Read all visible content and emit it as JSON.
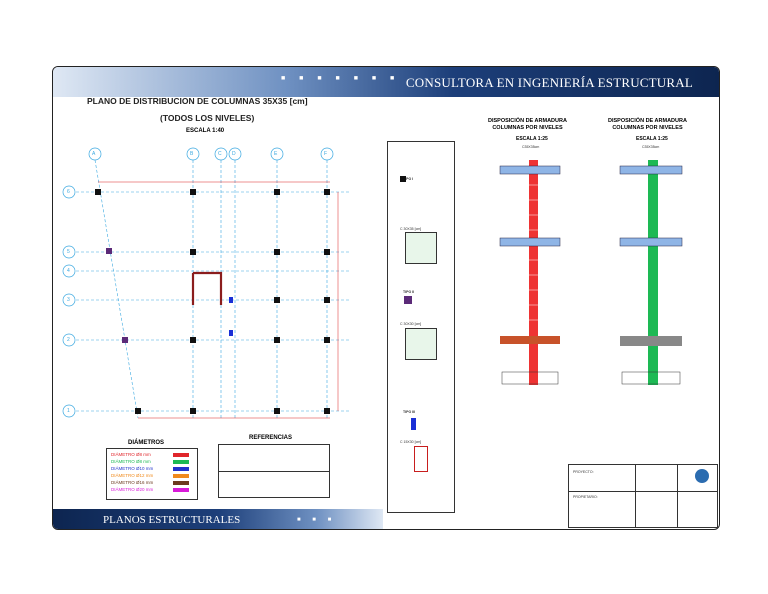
{
  "header": {
    "company": "CONSULTORA EN INGENIERÍA ESTRUCTURAL"
  },
  "footer": {
    "label": "PLANOS ESTRUCTURALES"
  },
  "plan": {
    "title": "PLANO DE DISTRIBUCION DE COLUMNAS 35X35 [cm]",
    "subtitle": "(TODOS LOS NIVELES)",
    "scale": "ESCALA 1:40",
    "axes_letters": [
      "A",
      "B",
      "C",
      "D",
      "E",
      "F"
    ],
    "axes_numbers": [
      "6",
      "5",
      "4",
      "3",
      "2",
      "1"
    ]
  },
  "diameters": {
    "title": "DIÁMETROS",
    "items": [
      {
        "label": "DIÁMETRO Ø8 mm",
        "color": "#e0262b"
      },
      {
        "label": "DIÁMETRO Ø8 mm",
        "color": "#1db954"
      },
      {
        "label": "DIÁMETRO Ø10 mm",
        "color": "#2233cc"
      },
      {
        "label": "DIÁMETRO Ø12 mm",
        "color": "#f08a1c"
      },
      {
        "label": "DIÁMETRO Ø16 mm",
        "color": "#6b3a1f"
      },
      {
        "label": "DIÁMETRO Ø20 mm",
        "color": "#d81ad8"
      }
    ]
  },
  "references": {
    "title": "REFERENCIAS"
  },
  "sections": [
    {
      "label": "TIPO I",
      "fill": "#111111"
    },
    {
      "label": "TIPO II",
      "fill": "#5b2a78"
    },
    {
      "label": "TIPO III",
      "fill": "#1a2fd6"
    }
  ],
  "sections_texts": {
    "c1": "C 30X35 [cm]",
    "c2": "C 30X30 [cm]",
    "c3": "C 15X30 [cm]"
  },
  "elev1": {
    "title": "DISPOSICIÓN DE ARMADURA\nCOLUMNAS POR NIVELES",
    "scale": "ESCALA 1:25",
    "code": "C35X35cm"
  },
  "elev2": {
    "title": "DISPOSICIÓN DE ARMADURA\nCOLUMNAS POR NIVELES",
    "scale": "ESCALA 1:25",
    "code": "C35X35cm"
  },
  "titleblock": {
    "project": "PROYECTO:",
    "owner": "PROPIETARIO:"
  },
  "colors": {
    "grid": "#3aa8e0",
    "accent_blue": "#1d3f7a",
    "beam_red": "#c81e1e",
    "column_green": "#1db954"
  }
}
